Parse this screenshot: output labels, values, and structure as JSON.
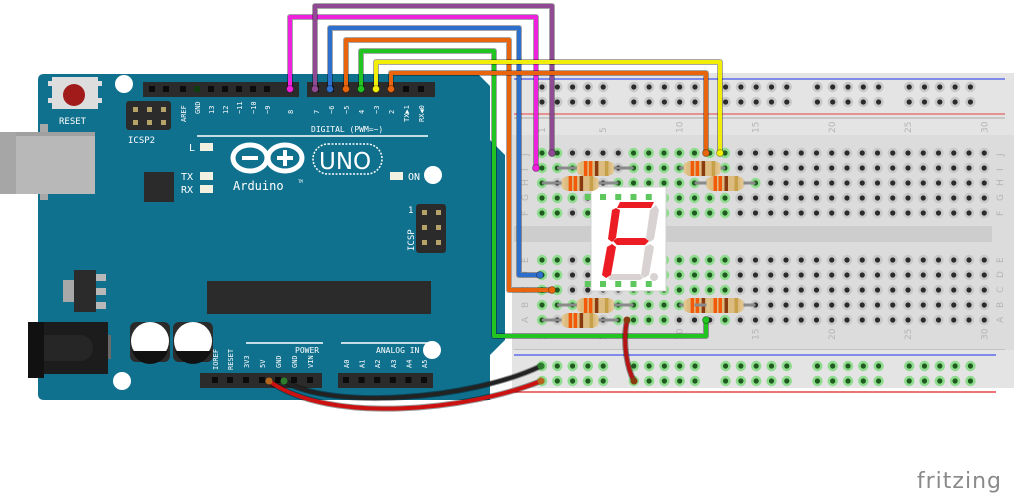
{
  "diagram": {
    "kind": "breadboard circuit",
    "description": "Arduino Uno driving a 7-segment display through resistors on a half-size breadboard"
  },
  "arduino": {
    "board_name": "UNO",
    "brand": "Arduino",
    "trademark": "TM",
    "reset_label": "RESET",
    "icsp2_label": "ICSP2",
    "icsp_label": "ICSP",
    "icsp_pin1": "1",
    "led_labels": {
      "l": "L",
      "tx": "TX",
      "rx": "RX",
      "on": "ON"
    },
    "digital_header_label": "DIGITAL (PWM=~)",
    "digital_pins": [
      "AREF",
      "GND",
      "13",
      "12",
      "~11",
      "~10",
      "~9",
      "8",
      "7",
      "~6",
      "~5",
      "4",
      "~3",
      "2",
      "TX▶1",
      "RX◀0"
    ],
    "power_header_label": "POWER",
    "power_pins": [
      "IOREF",
      "RESET",
      "3V3",
      "5V",
      "GND",
      "GND",
      "VIN"
    ],
    "analog_header_label": "ANALOG IN",
    "analog_pins": [
      "A0",
      "A1",
      "A2",
      "A3",
      "A4",
      "A5"
    ]
  },
  "breadboard": {
    "column_numbers": [
      "1",
      "5",
      "10",
      "15",
      "20",
      "25",
      "30"
    ],
    "top_rows": [
      "J",
      "I",
      "H",
      "G",
      "F"
    ],
    "bottom_rows": [
      "E",
      "D",
      "C",
      "B",
      "A"
    ],
    "columns": 30
  },
  "seven_segment": {
    "displayed_char": "F",
    "segments_on": [
      "a",
      "f",
      "g",
      "e"
    ],
    "segments_off": [
      "b",
      "c",
      "d",
      "dp"
    ],
    "on_color": "#ec1c24",
    "off_color": "#d8d2d2"
  },
  "wires": [
    {
      "from": "D8",
      "color": "#ee22dd",
      "name": "magenta"
    },
    {
      "from": "D7",
      "color": "#8f4a93",
      "name": "purple"
    },
    {
      "from": "D6",
      "color": "#2d6fcc",
      "name": "blue"
    },
    {
      "from": "D5",
      "color": "#e8650d",
      "name": "orange"
    },
    {
      "from": "D4",
      "color": "#22c422",
      "name": "green"
    },
    {
      "from": "D3",
      "color": "#f2ee0a",
      "name": "yellow"
    },
    {
      "from": "D2",
      "color": "#e8650d",
      "name": "orange"
    },
    {
      "from": "5V",
      "color": "#cc1111",
      "name": "red"
    },
    {
      "from": "GND",
      "color": "#222222",
      "name": "black"
    }
  ],
  "resistors": {
    "count": 8,
    "bands": [
      "#f25a0a",
      "#f25a0a",
      "#8a3a10",
      "#c7a14a"
    ]
  },
  "colors": {
    "board": "#10718f",
    "board_dark": "#0d5f78",
    "header": "#2b2b2b",
    "breadboard": "#dcdcdc",
    "rail_blue": "#4455ee",
    "rail_red": "#e22222"
  },
  "watermark": "fritzing"
}
